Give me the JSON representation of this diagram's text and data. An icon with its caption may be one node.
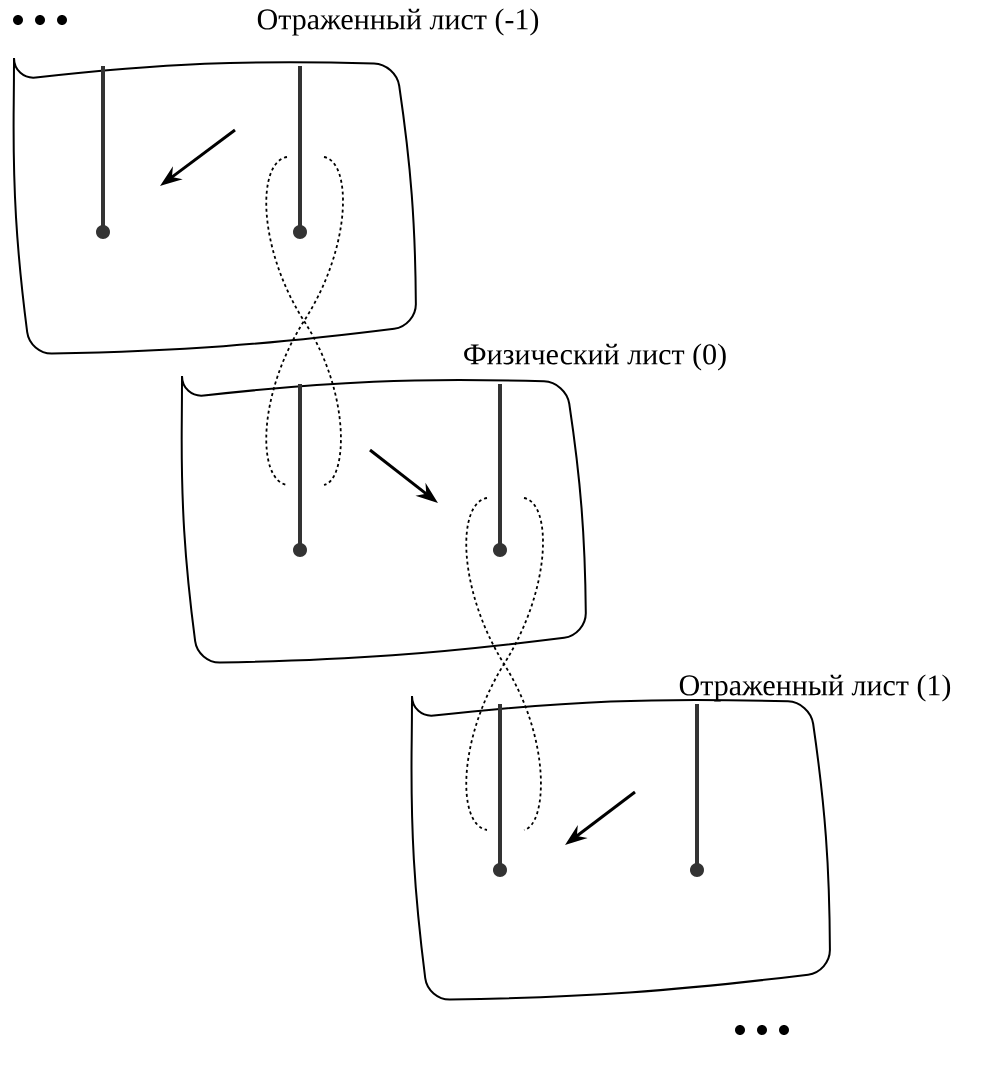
{
  "diagram": {
    "nodes": [
      {
        "text": [
          "Отраженный лист (-1)"
        ]
      },
      {
        "text": [
          "Физический лист (0)"
        ]
      },
      {
        "text": [
          "Отраженный лист (1)"
        ]
      }
    ]
  }
}
